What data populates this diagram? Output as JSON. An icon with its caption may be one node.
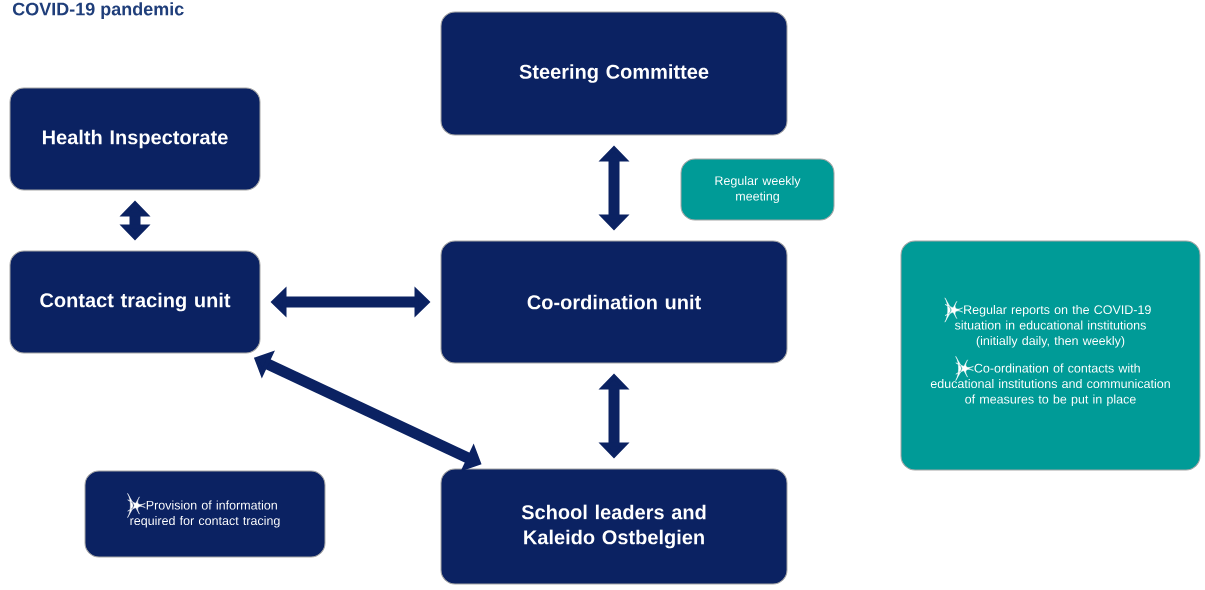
{
  "diagram": {
    "title": "COVID-19 pandemic",
    "nodes": [
      {
        "text": [
          "Steering Committee"
        ]
      },
      {
        "text": [
          "Health Inspectorate"
        ]
      },
      {
        "text": [
          "Regular weekly meeting"
        ]
      },
      {
        "text": [
          "Contact tracing unit"
        ]
      },
      {
        "text": [
          "Co-ordination unit"
        ]
      },
      {
        "text": [
          "Regular reports on the COVID-19 situation in educational institutions (initially daily, then weekly)",
          "Co-ordination of contacts with educational institutions and communication of measures to be put in place"
        ]
      },
      {
        "text": [
          "Provision of information required for contact tracing"
        ]
      },
      {
        "text": [
          "School leaders and Kaleido Ostbelgien"
        ]
      }
    ],
    "edges": [
      {
        "from": 0,
        "to": 4,
        "arrow": "both"
      },
      {
        "from": 1,
        "to": 3,
        "arrow": "both"
      },
      {
        "from": 3,
        "to": 4,
        "arrow": "both"
      },
      {
        "from": 3,
        "to": 7,
        "arrow": "both"
      },
      {
        "from": 4,
        "to": 7,
        "arrow": "both"
      }
    ]
  }
}
